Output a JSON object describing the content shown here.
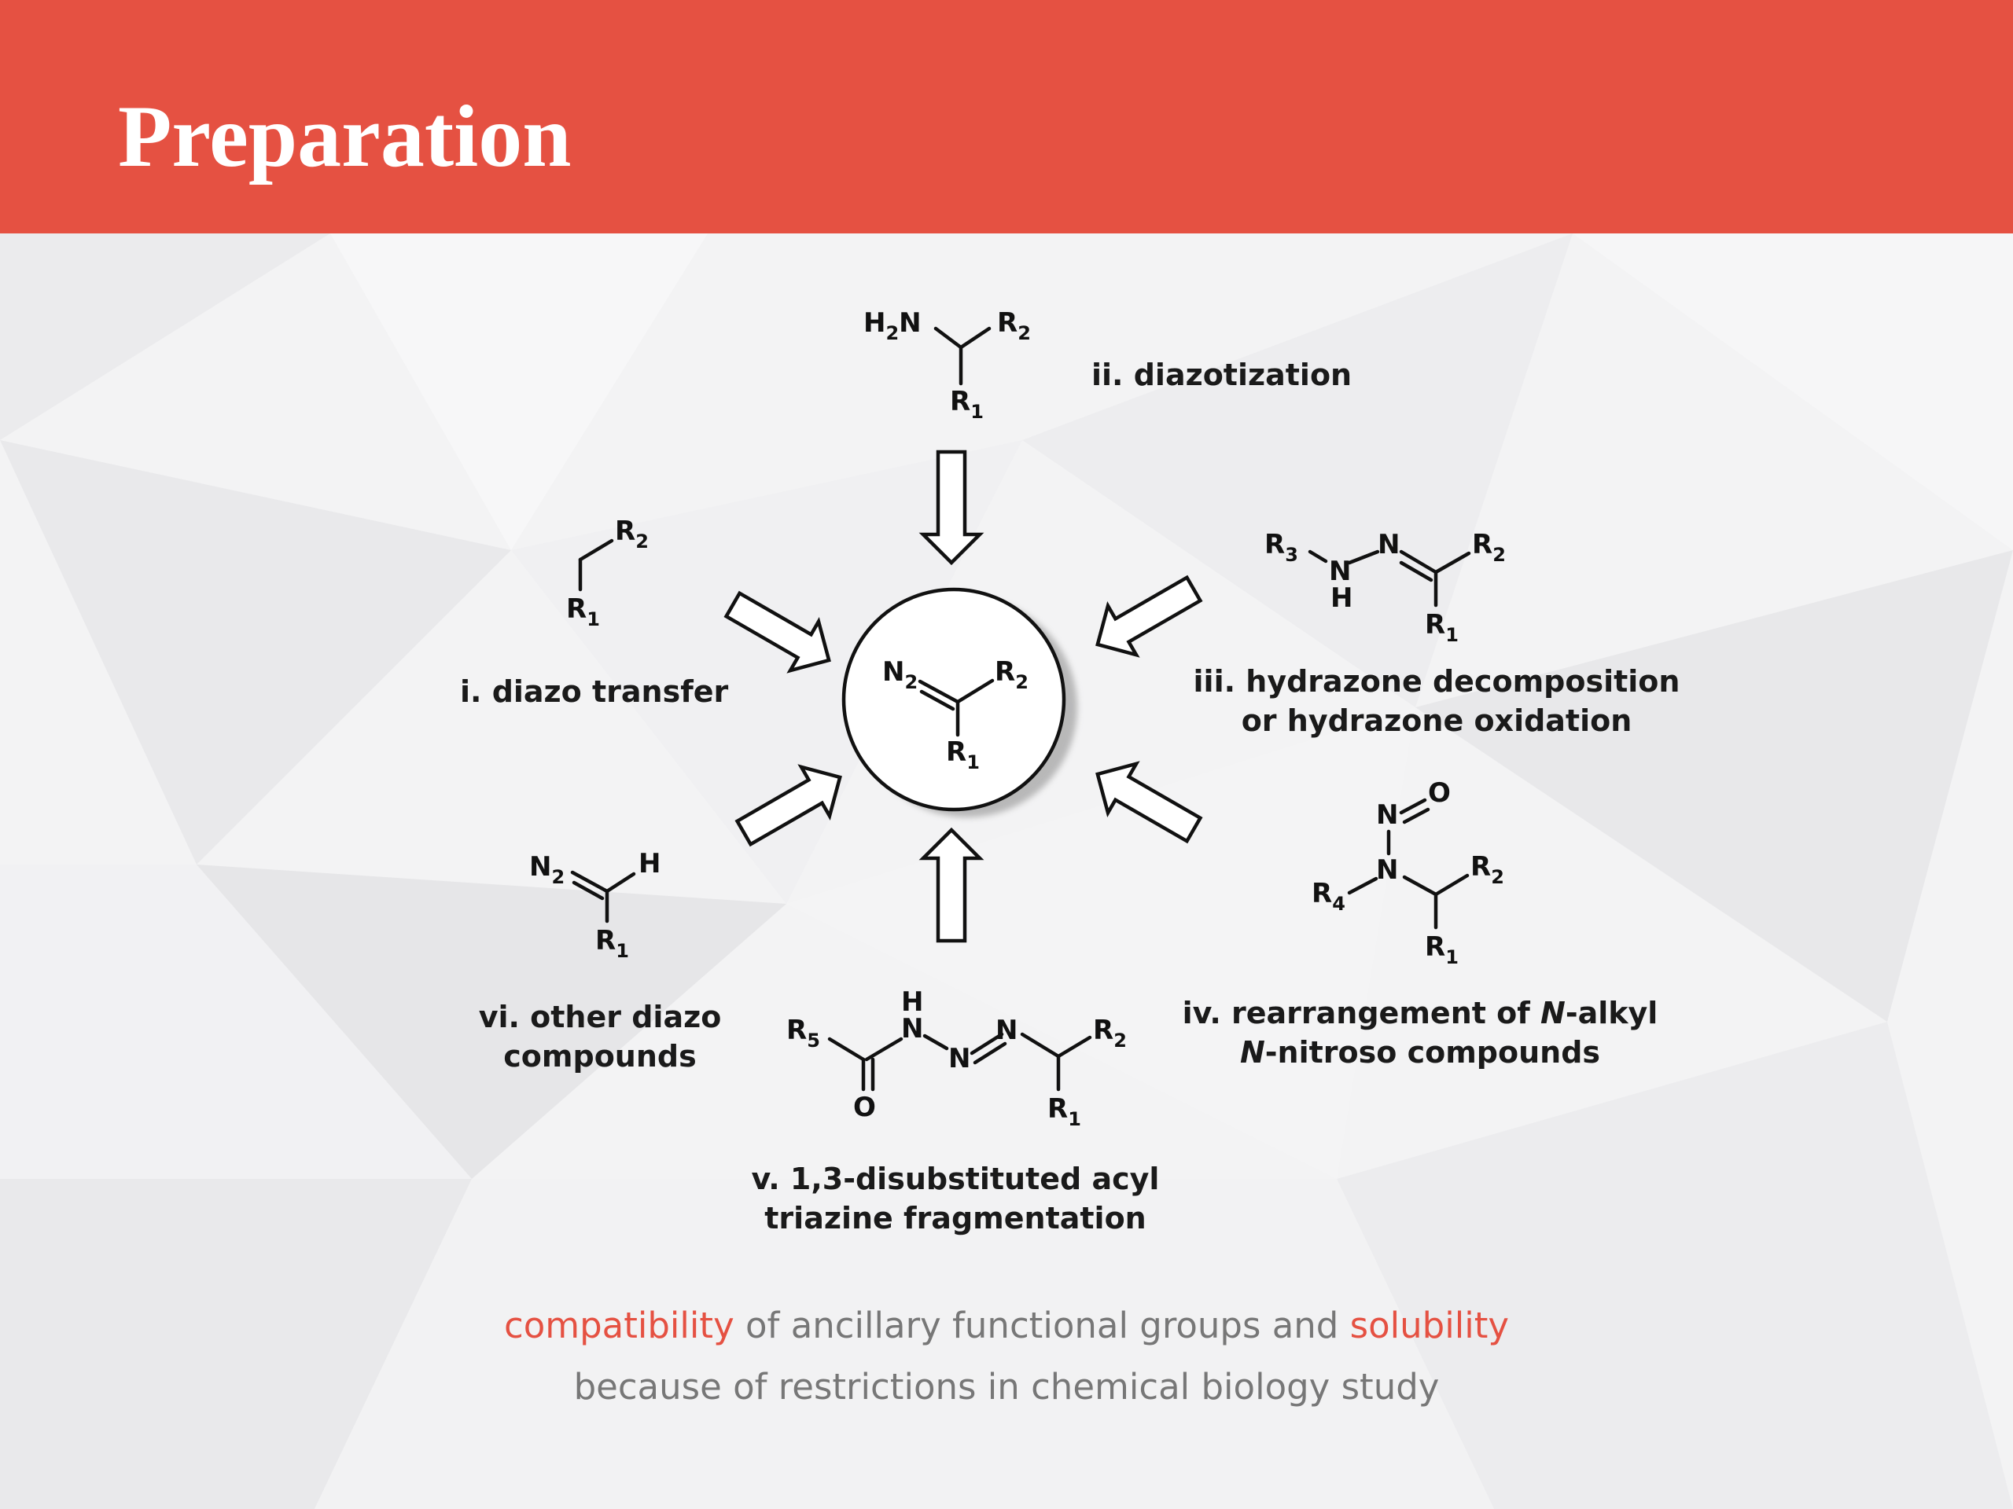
{
  "title": "Preparation",
  "colors": {
    "header": "#e55142",
    "accent": "#e55142",
    "text_gray": "#777777",
    "background": "#f3f3f4"
  },
  "center": {
    "n2": "N",
    "n2_sub": "2",
    "r2": "R",
    "r2_sub": "2",
    "r1": "R",
    "r1_sub": "1"
  },
  "methods": {
    "i": {
      "label": "i. diazo transfer",
      "atoms": {
        "r2": "R",
        "r2_sub": "2",
        "r1": "R",
        "r1_sub": "1"
      }
    },
    "ii": {
      "label": "ii. diazotization",
      "atoms": {
        "h": "H",
        "h_sub": "2",
        "n": "N",
        "r2": "R",
        "r2_sub": "2",
        "r1": "R",
        "r1_sub": "1"
      }
    },
    "iii": {
      "label_line1": "iii. hydrazone decomposition",
      "label_line2": "or hydrazone oxidation",
      "atoms": {
        "r3": "R",
        "r3_sub": "3",
        "nh_n": "N",
        "nh_h": "H",
        "n2": "N",
        "r2": "R",
        "r2_sub": "2",
        "r1": "R",
        "r1_sub": "1"
      }
    },
    "iv": {
      "label_line1_a": "iv. rearrangement of ",
      "label_line1_b": "N",
      "label_line1_c": "-alkyl",
      "label_line2_a": "N",
      "label_line2_b": "-nitroso compounds",
      "atoms": {
        "o": "O",
        "n_top": "N",
        "n_mid": "N",
        "r4": "R",
        "r4_sub": "4",
        "r2": "R",
        "r2_sub": "2",
        "r1": "R",
        "r1_sub": "1"
      }
    },
    "v": {
      "label_line1": "v. 1,3-disubstituted acyl",
      "label_line2": "triazine fragmentation",
      "atoms": {
        "r5": "R",
        "r5_sub": "5",
        "o": "O",
        "h": "H",
        "n1": "N",
        "n2": "N",
        "n3": "N",
        "r2": "R",
        "r2_sub": "2",
        "r1": "R",
        "r1_sub": "1"
      }
    },
    "vi": {
      "label_line1": "vi. other diazo",
      "label_line2": "compounds",
      "atoms": {
        "n2": "N",
        "n2_sub": "2",
        "h": "H",
        "r1": "R",
        "r1_sub": "1"
      }
    }
  },
  "footer": {
    "line1_accent1": "compatibility",
    "line1_mid": " of ancillary functional groups and ",
    "line1_accent2": "solubility",
    "line2": "because of restrictions in chemical biology study"
  }
}
